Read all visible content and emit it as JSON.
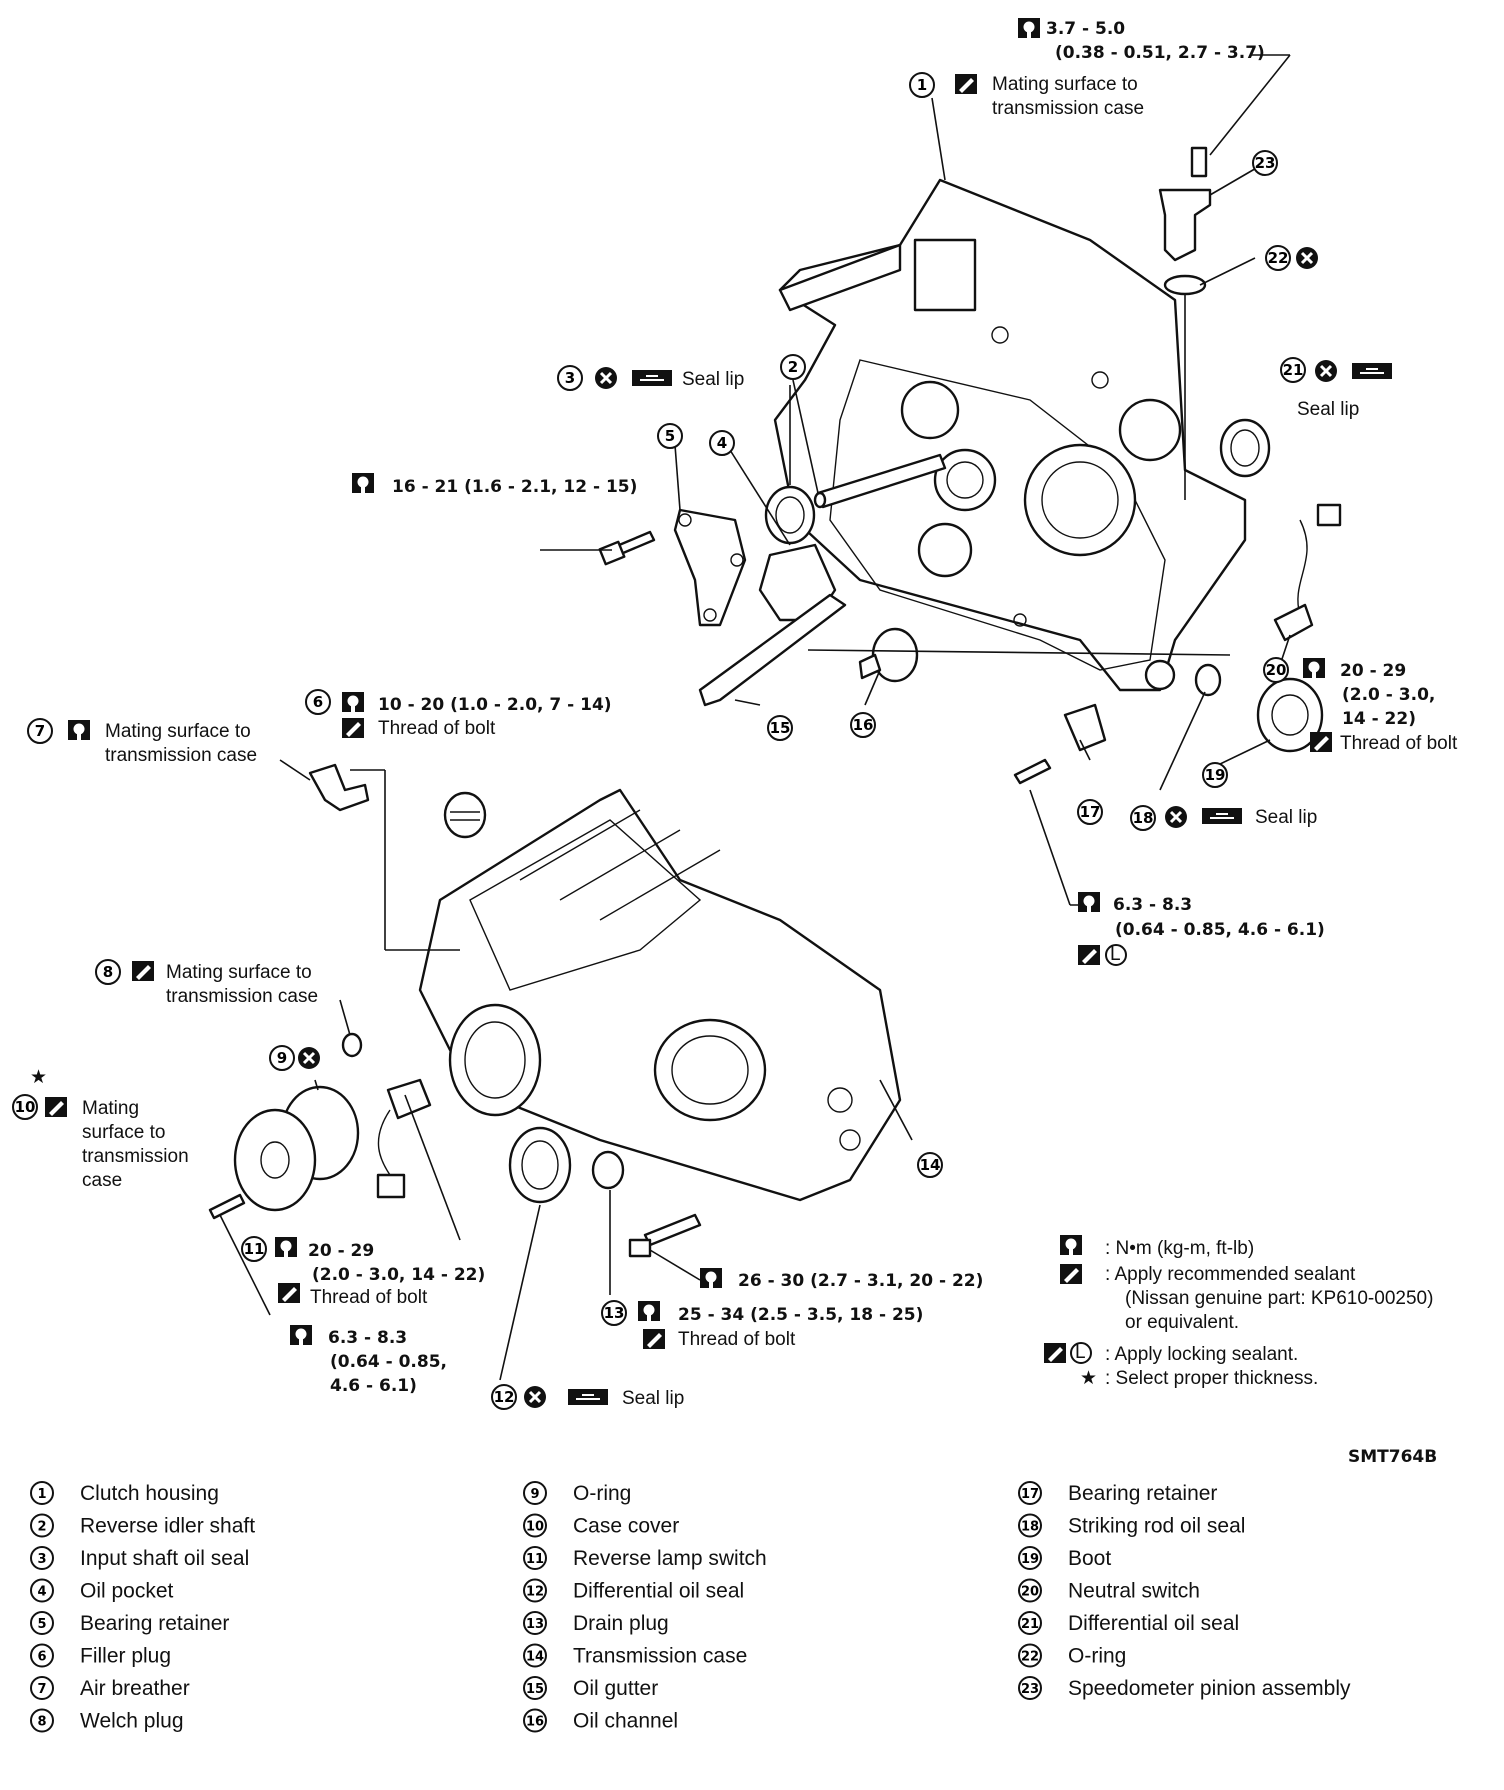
{
  "diagram_code": "SMT764B",
  "top_torque": {
    "value": "3.7 - 5.0",
    "detail": "(0.38 - 0.51, 2.7 - 3.7)"
  },
  "callouts": {
    "c1": {
      "num": "1",
      "line1": "Mating surface to",
      "line2": "transmission case"
    },
    "c2": {
      "num": "2"
    },
    "c3": {
      "num": "3",
      "label": "Seal lip"
    },
    "c4": {
      "num": "4"
    },
    "c5": {
      "num": "5",
      "torque": "16 - 21 (1.6 - 2.1, 12 - 15)"
    },
    "c6": {
      "num": "6",
      "torque": "10 - 20 (1.0 - 2.0, 7 - 14)",
      "label": "Thread of bolt"
    },
    "c7": {
      "num": "7",
      "line1": "Mating surface to",
      "line2": "transmission case"
    },
    "c8": {
      "num": "8",
      "line1": "Mating surface to",
      "line2": "transmission case"
    },
    "c9": {
      "num": "9"
    },
    "c10": {
      "num": "10",
      "line1": "Mating",
      "line2": "surface to",
      "line3": "transmission",
      "line4": "case",
      "star": "★"
    },
    "c11": {
      "num": "11",
      "t1": "20 - 29",
      "t2": "(2.0 - 3.0, 14 - 22)",
      "label": "Thread of bolt",
      "b1": "6.3 - 8.3",
      "b2": "(0.64 - 0.85,",
      "b3": "4.6 - 6.1)"
    },
    "c12": {
      "num": "12",
      "label": "Seal lip"
    },
    "c13": {
      "num": "13",
      "torque_a": "26 - 30 (2.7 - 3.1, 20 - 22)",
      "torque_b": "25 - 34 (2.5 - 3.5, 18 - 25)",
      "label": "Thread of bolt"
    },
    "c14": {
      "num": "14"
    },
    "c15": {
      "num": "15"
    },
    "c16": {
      "num": "16"
    },
    "c17": {
      "num": "17",
      "t1": "6.3 - 8.3",
      "t2": "(0.64 - 0.85, 4.6 - 6.1)",
      "lock": "L"
    },
    "c18": {
      "num": "18",
      "label": "Seal lip"
    },
    "c19": {
      "num": "19"
    },
    "c20": {
      "num": "20",
      "t1": "20 - 29",
      "t2": "(2.0 - 3.0,",
      "t3": "14 - 22)",
      "label": "Thread of bolt"
    },
    "c21": {
      "num": "21",
      "label": "Seal lip"
    },
    "c22": {
      "num": "22"
    },
    "c23": {
      "num": "23"
    }
  },
  "key": {
    "torque_unit": ": N•m (kg-m, ft-lb)",
    "sealant_1": ": Apply recommended sealant",
    "sealant_2": "(Nissan genuine part: KP610-00250)",
    "sealant_3": "or equivalent.",
    "locking": ": Apply locking sealant.",
    "star": "★",
    "star_text": ": Select proper thickness.",
    "lock_letter": "L"
  },
  "legend": [
    {
      "num": "1",
      "label": "Clutch housing"
    },
    {
      "num": "2",
      "label": "Reverse idler shaft"
    },
    {
      "num": "3",
      "label": "Input shaft oil seal"
    },
    {
      "num": "4",
      "label": "Oil pocket"
    },
    {
      "num": "5",
      "label": "Bearing retainer"
    },
    {
      "num": "6",
      "label": "Filler plug"
    },
    {
      "num": "7",
      "label": "Air breather"
    },
    {
      "num": "8",
      "label": "Welch plug"
    },
    {
      "num": "9",
      "label": "O-ring"
    },
    {
      "num": "10",
      "label": "Case cover"
    },
    {
      "num": "11",
      "label": "Reverse lamp switch"
    },
    {
      "num": "12",
      "label": "Differential oil seal"
    },
    {
      "num": "13",
      "label": "Drain plug"
    },
    {
      "num": "14",
      "label": "Transmission case"
    },
    {
      "num": "15",
      "label": "Oil gutter"
    },
    {
      "num": "16",
      "label": "Oil channel"
    },
    {
      "num": "17",
      "label": "Bearing retainer"
    },
    {
      "num": "18",
      "label": "Striking rod oil seal"
    },
    {
      "num": "19",
      "label": "Boot"
    },
    {
      "num": "20",
      "label": "Neutral switch"
    },
    {
      "num": "21",
      "label": "Differential oil seal"
    },
    {
      "num": "22",
      "label": "O-ring"
    },
    {
      "num": "23",
      "label": "Speedometer pinion assembly"
    }
  ]
}
